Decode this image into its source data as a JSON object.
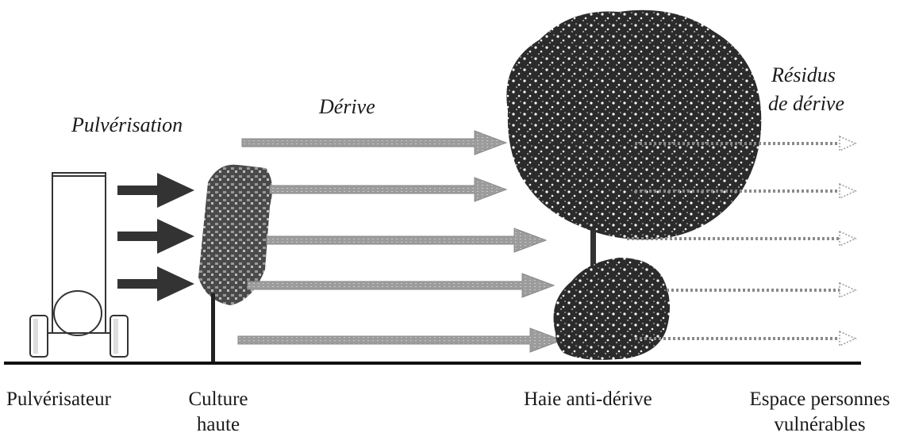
{
  "labels": {
    "spraying": "Pulvérisation",
    "drift": "Dérive",
    "drift_residue_line1": "Résidus",
    "drift_residue_line2": "de dérive"
  },
  "captions": {
    "sprayer": "Pulvérisateur",
    "crop_line1": "Culture",
    "crop_line2": "haute",
    "hedge": "Haie anti-dérive",
    "space_line1": "Espace personnes",
    "space_line2": "vulnérables"
  },
  "colors": {
    "spray_arrow": "#3a3a3a",
    "drift_arrow": "#a8a8a8",
    "residue_arrow": "#b8b8b8",
    "ground": "#111111",
    "foliage": "#2a2a2a"
  },
  "icons": [
    "sprayer-icon",
    "tall-crop-icon",
    "hedge-tree-icon",
    "hedge-shrub-icon"
  ]
}
